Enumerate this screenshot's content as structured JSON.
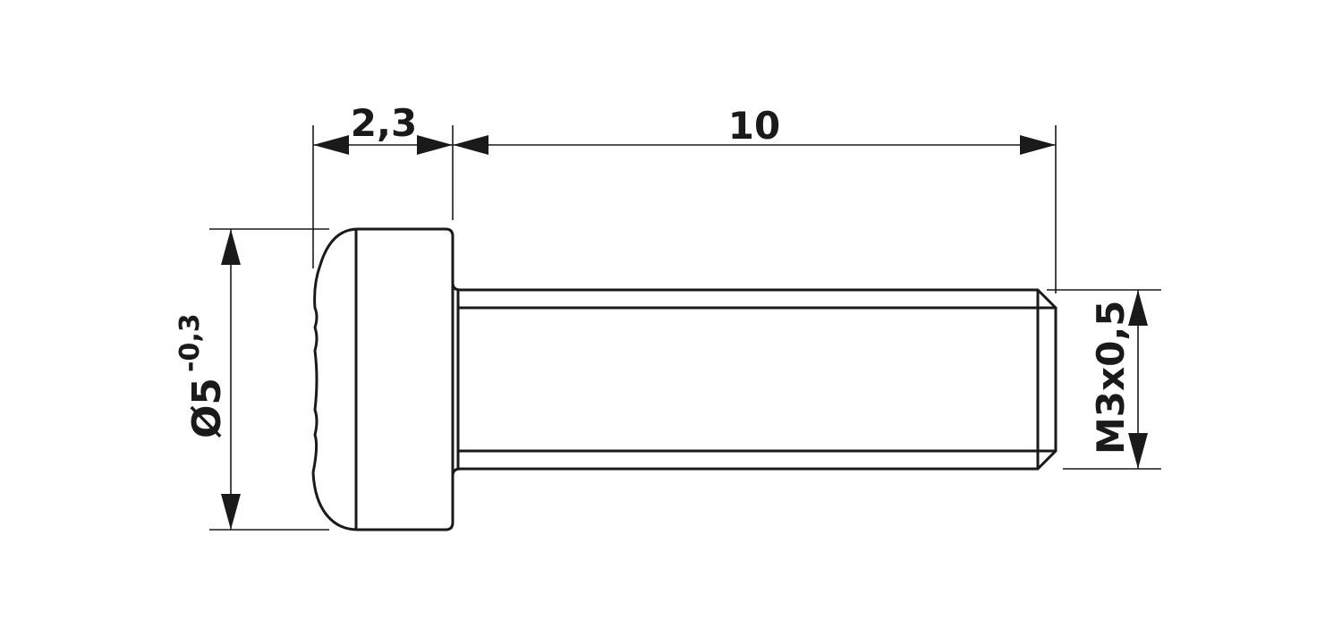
{
  "drawing": {
    "head_height_label": "2,3",
    "shank_length_label": "10",
    "head_diameter_label": "Ø5",
    "head_diameter_tolerance": "-0,3",
    "thread_label": "M3x0,5"
  }
}
